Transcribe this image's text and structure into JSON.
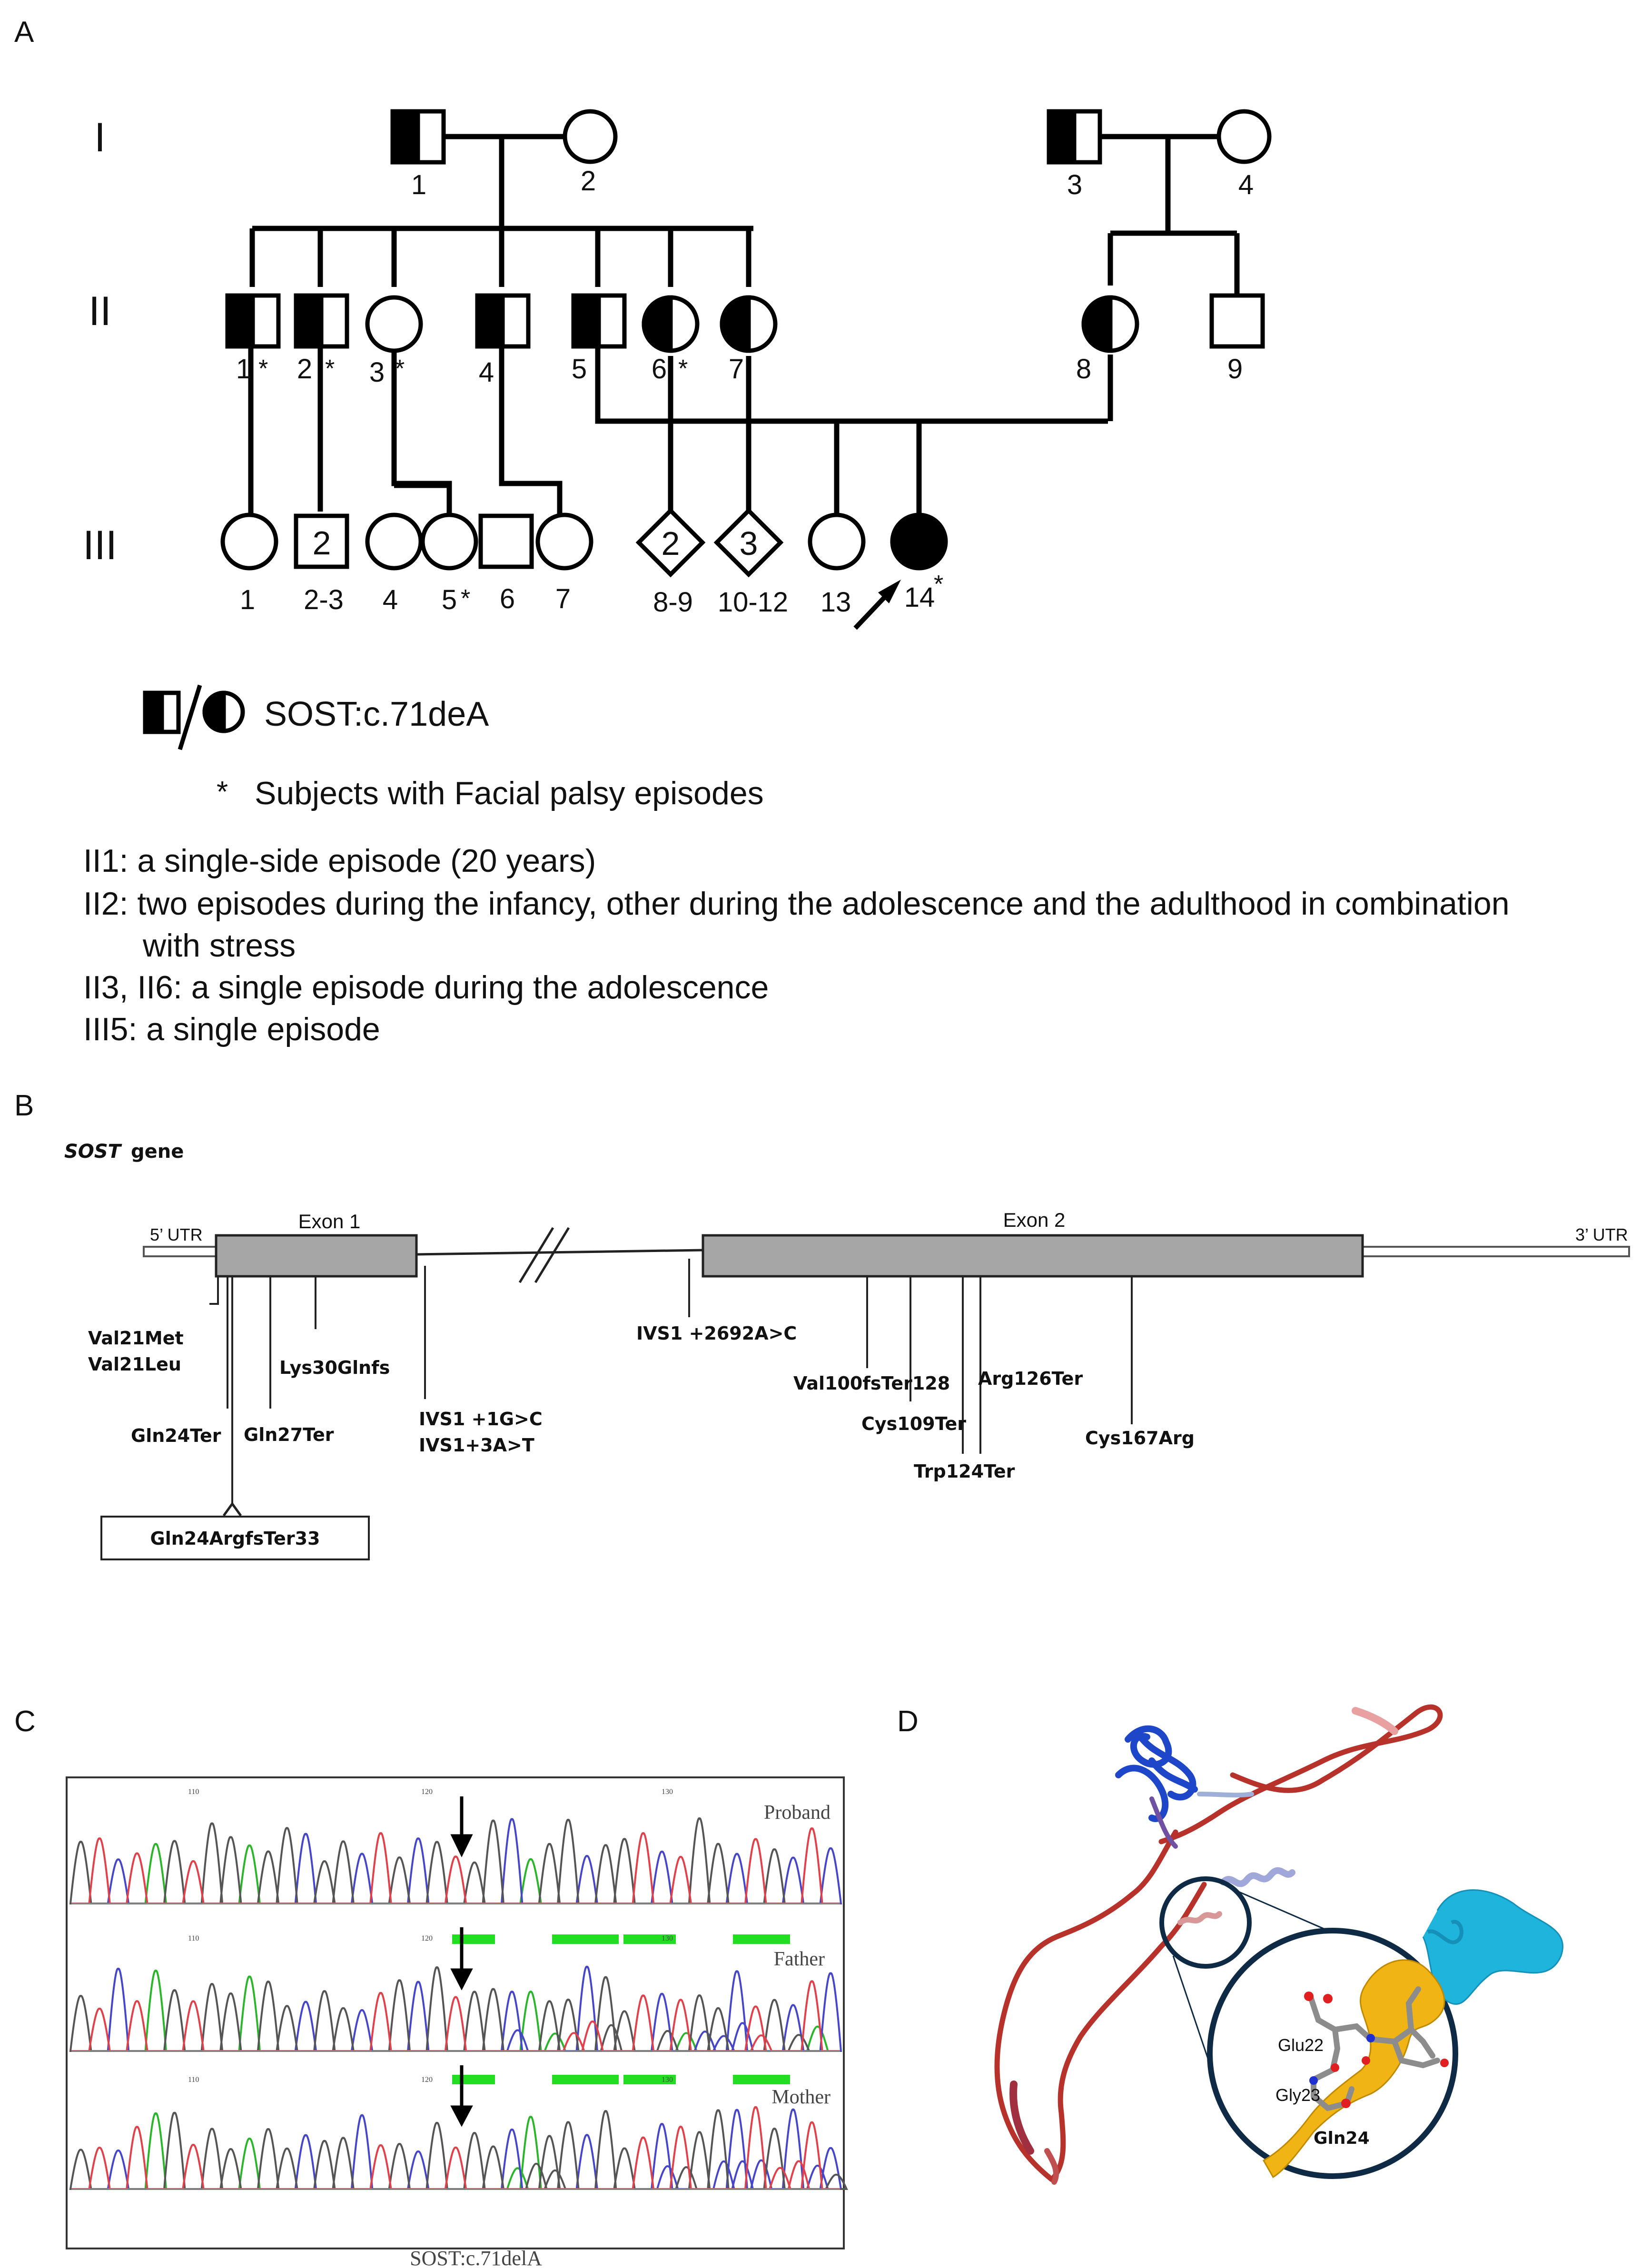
{
  "panel_labels": {
    "a": "A",
    "b": "B",
    "c": "C",
    "d": "D"
  },
  "pedigree": {
    "generations": [
      "I",
      "II",
      "III"
    ],
    "gen1": [
      "1",
      "2",
      "3",
      "4"
    ],
    "gen2": [
      "1",
      "2",
      "3",
      "4",
      "5",
      "6",
      "7",
      "8",
      "9"
    ],
    "gen3": [
      "1",
      "2-3",
      "4",
      "5",
      "6",
      "7",
      "8-9",
      "10-12",
      "13",
      "14"
    ],
    "count_inside": [
      "2",
      "2",
      "3"
    ],
    "asterisk": "*",
    "legend_variant": "SOST:c.71deA",
    "legend_star": "*",
    "legend_facial": "Subjects with Facial palsy episodes",
    "notes": [
      "II1: a single-side episode (20 years)",
      "II2: two episodes during the infancy, other during the adolescence and the adulthood in combination",
      "with stress",
      "II3, II6: a single episode during the adolescence",
      "III5: a single episode"
    ]
  },
  "gene": {
    "name": "SOST",
    "name_suffix": "gene",
    "utr5": "5’ UTR",
    "utr3": "3’ UTR",
    "exon1": "Exon 1",
    "exon2": "Exon 2",
    "mutations": [
      "Val21Met",
      "Val21Leu",
      "Gln24Ter",
      "Gln27Ter",
      "Lys30Glnfs",
      "IVS1 +1G>C",
      "IVS1+3A>T",
      "IVS1 +2692A>C",
      "Val100fsTer128",
      "Cys109Ter",
      "Trp124Ter",
      "Arg126Ter",
      "Cys167Arg"
    ],
    "boxed_mutation": "Gln24ArgfsTer33"
  },
  "chromatogram": {
    "tracks": [
      "Proband",
      "Father",
      "Mother"
    ],
    "scale_ticks": [
      "110",
      "120",
      "130"
    ],
    "caption": "SOST:c.71delA",
    "colors": {
      "A": "#2bb52b",
      "C": "#4646c8",
      "G": "#555555",
      "T": "#e0414a",
      "highlight": "#22dd22"
    }
  },
  "structure": {
    "residues": [
      "Glu22",
      "Gly23",
      "Gln24"
    ],
    "colors": {
      "ribbon": "#b8322c",
      "domain": "#1e46c8",
      "helix": "#1eb4dc",
      "strand": "#f0b414",
      "circle": "#0f2a44"
    }
  }
}
